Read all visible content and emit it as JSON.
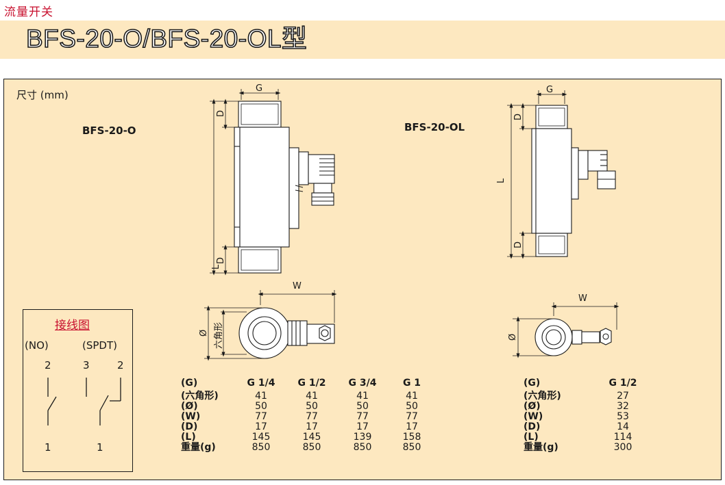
{
  "header": {
    "category": "流量开关",
    "model_title": "BFS-20-O/BFS-20-OL型"
  },
  "dimensions_panel": {
    "caption": "尺寸 (mm)",
    "variants": [
      "BFS-20-O",
      "BFS-20-OL"
    ],
    "drawing_labels": {
      "g": "G",
      "d": "D",
      "l": "L",
      "w": "W",
      "phi": "Ø",
      "hex": "六角形"
    }
  },
  "wiring": {
    "title": "接线图",
    "no_label": "(NO)",
    "spdt_label": "(SPDT)",
    "no_top": "2",
    "no_bottom": "1",
    "spdt_top_left": "3",
    "spdt_top_right": "2",
    "spdt_bottom": "1"
  },
  "table_o": {
    "header_label": "(G)",
    "columns": [
      "G 1/4",
      "G 1/2",
      "G 3/4",
      "G 1"
    ],
    "rows": [
      {
        "label": "(六角形)",
        "values": [
          "41",
          "41",
          "41",
          "41"
        ]
      },
      {
        "label": "(Ø)",
        "values": [
          "50",
          "50",
          "50",
          "50"
        ]
      },
      {
        "label": "(W)",
        "values": [
          "77",
          "77",
          "77",
          "77"
        ]
      },
      {
        "label": "(D)",
        "values": [
          "17",
          "17",
          "17",
          "17"
        ]
      },
      {
        "label": "(L)",
        "values": [
          "145",
          "145",
          "139",
          "158"
        ]
      },
      {
        "label": "重量(g)",
        "values": [
          "850",
          "850",
          "850",
          "850"
        ]
      }
    ]
  },
  "table_ol": {
    "header_label": "(G)",
    "columns": [
      "G 1/2"
    ],
    "rows": [
      {
        "label": "(六角形)",
        "values": [
          "27"
        ]
      },
      {
        "label": "(Ø)",
        "values": [
          "32"
        ]
      },
      {
        "label": "(W)",
        "values": [
          "53"
        ]
      },
      {
        "label": "(D)",
        "values": [
          "14"
        ]
      },
      {
        "label": "(L)",
        "values": [
          "114"
        ]
      },
      {
        "label": "重量(g)",
        "values": [
          "300"
        ]
      }
    ]
  }
}
